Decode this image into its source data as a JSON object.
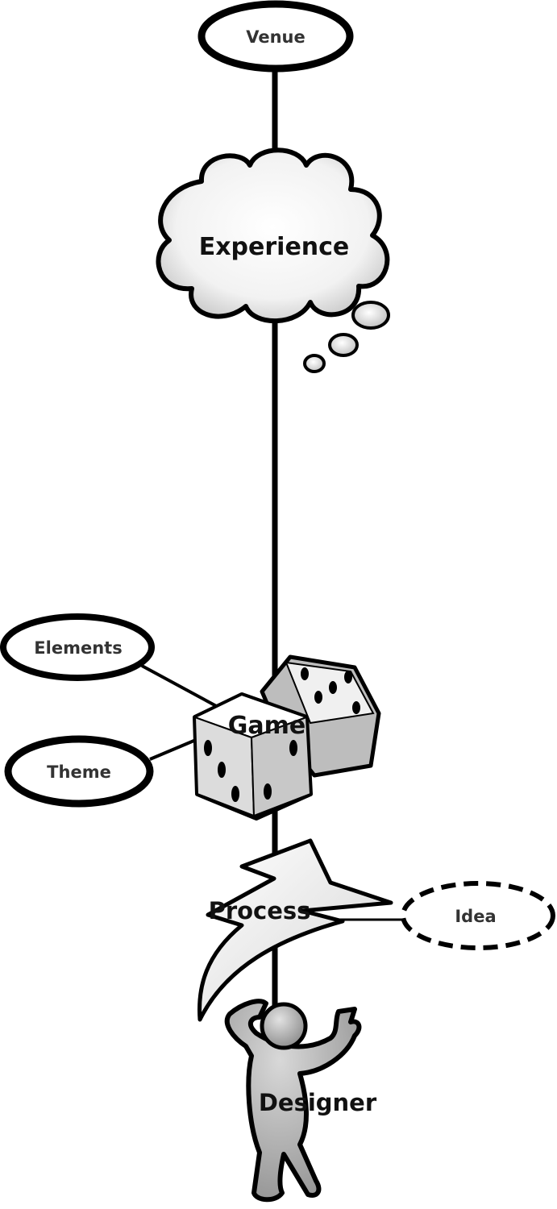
{
  "nodes": {
    "venue": "Venue",
    "experience": "Experience",
    "elements": "Elements",
    "theme": "Theme",
    "game": "Game",
    "process": "Process",
    "idea": "Idea",
    "designer": "Designer"
  },
  "colors": {
    "stroke": "#000000",
    "fill_light": "#ffffff",
    "fill_gray": "#bdbdbd",
    "text": "#222222"
  }
}
